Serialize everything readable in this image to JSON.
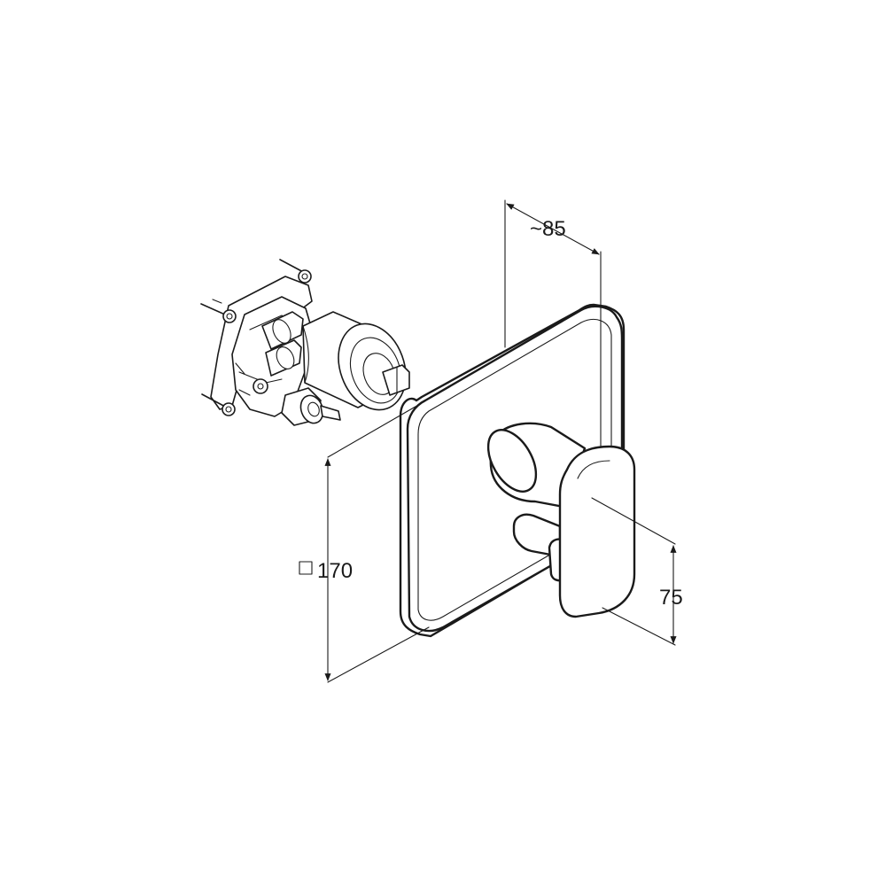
{
  "dimensions": {
    "depth": "~85",
    "plate": "170",
    "lever_offset": "75"
  },
  "colors": {
    "line": "#1a1a1a",
    "background": "#ffffff"
  },
  "icons": {
    "square_symbol": "square-dimension-icon"
  }
}
